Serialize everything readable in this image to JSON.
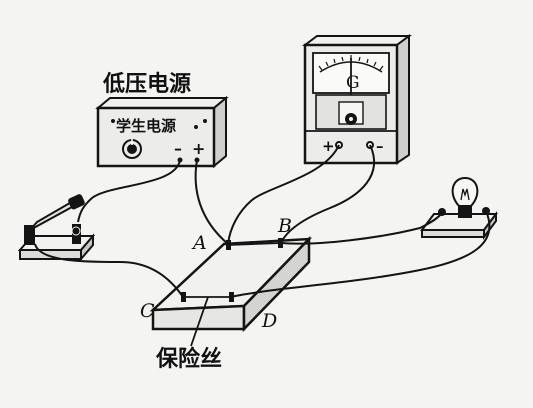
{
  "power_supply": {
    "title": "低压电源",
    "panel_label": "学生电源",
    "minus": "–",
    "plus": "+"
  },
  "galvanometer": {
    "symbol": "G",
    "plus": "+",
    "minus": "–"
  },
  "board": {
    "point_a": "A",
    "point_b": "B",
    "point_c": "C",
    "point_d": "D"
  },
  "fuse_label": "保险丝",
  "colors": {
    "ink": "#141414",
    "paper": "#f4f4f2",
    "device_face": "#ececea"
  }
}
